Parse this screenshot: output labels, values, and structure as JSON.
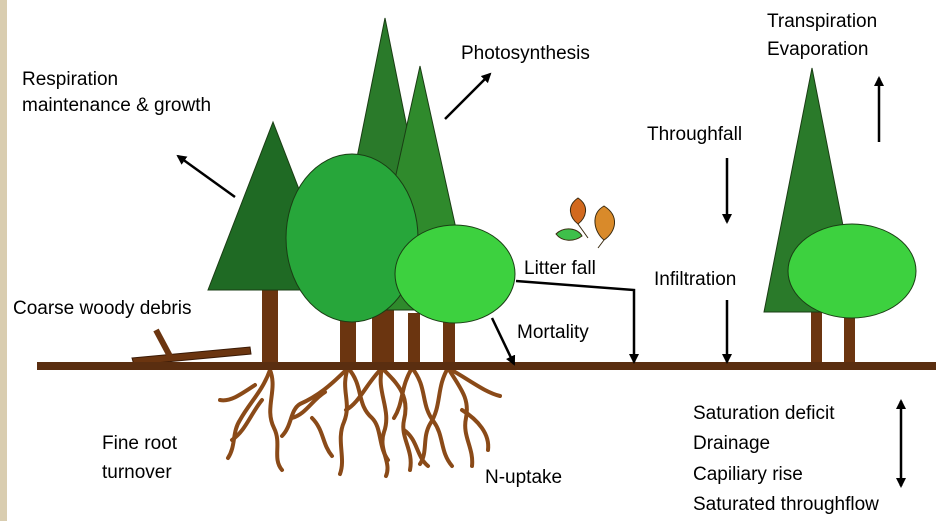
{
  "labels": {
    "respiration_line1": "Respiration",
    "respiration_line2": "maintenance & growth",
    "photosynthesis": "Photosynthesis",
    "transpiration": "Transpiration",
    "evaporation": "Evaporation",
    "throughfall": "Throughfall",
    "litter_fall": "Litter fall",
    "infiltration": "Infiltration",
    "mortality": "Mortality",
    "coarse_woody_debris": "Coarse woody debris",
    "fine_root_line1": "Fine root",
    "fine_root_line2": "turnover",
    "n_uptake": "N-uptake",
    "saturation_deficit": "Saturation deficit",
    "drainage": "Drainage",
    "capillary_rise": "Capiliary rise",
    "saturated_throughflow": "Saturated throughflow"
  },
  "colors": {
    "conifer_dark": "#1f6a24",
    "conifer_mid": "#2f8a2c",
    "broadleaf_mid": "#27a63a",
    "broadleaf_light": "#3dd13f",
    "trunk": "#6b3510",
    "ground": "#5a2e10",
    "roots": "#8a4a18"
  }
}
